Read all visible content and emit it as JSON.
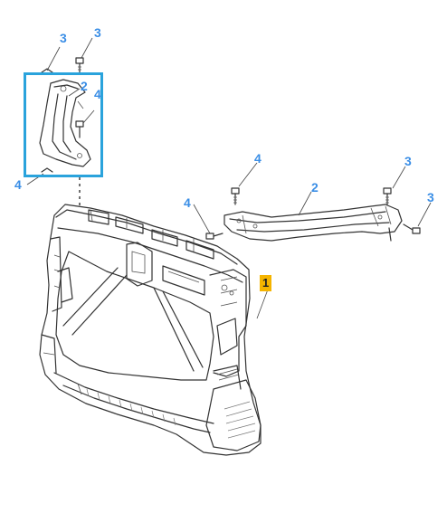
{
  "callouts": {
    "inset": [
      {
        "id": "inset-3-left",
        "label": "3"
      },
      {
        "id": "inset-3-right",
        "label": "3"
      },
      {
        "id": "inset-2",
        "label": "2"
      },
      {
        "id": "inset-4-right",
        "label": "4"
      },
      {
        "id": "inset-4-left",
        "label": "4"
      }
    ],
    "main": [
      {
        "id": "main-4-top",
        "label": "4"
      },
      {
        "id": "main-2",
        "label": "2"
      },
      {
        "id": "main-3-top",
        "label": "3"
      },
      {
        "id": "main-3-right",
        "label": "3"
      },
      {
        "id": "main-4-left",
        "label": "4"
      },
      {
        "id": "main-1",
        "label": "1"
      }
    ]
  },
  "colors": {
    "callout_text": "#3a8ee6",
    "highlight_frame": "#2aa3dc",
    "part_badge": "#f5b400",
    "line_art": "#333333"
  }
}
